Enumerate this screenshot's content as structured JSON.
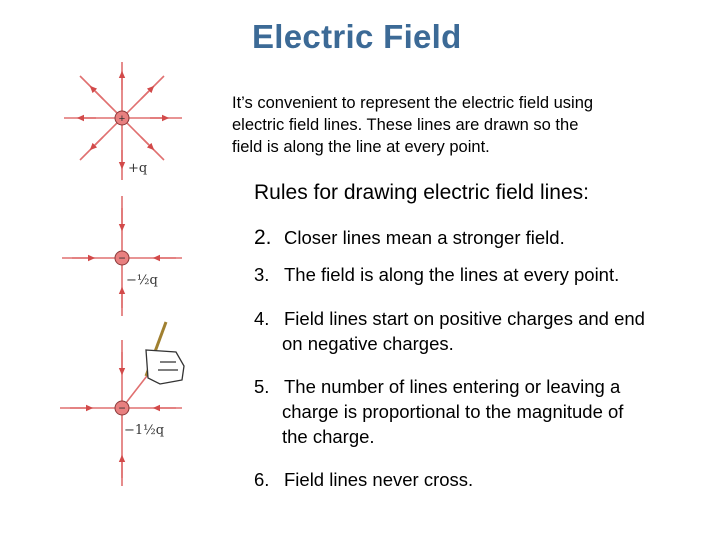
{
  "title": "Electric Field",
  "intro": [
    "It’s convenient to represent the electric field using",
    "electric field lines. These lines are drawn so the",
    "field is along the line at every point."
  ],
  "rules_heading": "Rules for drawing electric field lines:",
  "rules": [
    {
      "num": "2.",
      "lines": [
        "Closer lines mean a stronger field."
      ]
    },
    {
      "num": "3.",
      "lines": [
        "The field is along the lines at every point."
      ]
    },
    {
      "num": "4.",
      "lines": [
        "Field lines start on positive charges and end",
        "on negative charges."
      ]
    },
    {
      "num": "5.",
      "lines": [
        "The number of lines entering or leaving a",
        "charge is proportional to the magnitude of",
        "the charge."
      ]
    },
    {
      "num": "6.",
      "lines": [
        "Field lines never cross."
      ]
    }
  ],
  "diagrams": {
    "charge1_label": "+q",
    "charge2_label": "−½q",
    "charge3_label": "−1½q",
    "charge1_sign": "+",
    "charge2_sign": "−",
    "charge3_sign": "−"
  },
  "colors": {
    "title": "#3c6a96",
    "field_line": "#e07070",
    "charge_fill": "#e88080"
  }
}
